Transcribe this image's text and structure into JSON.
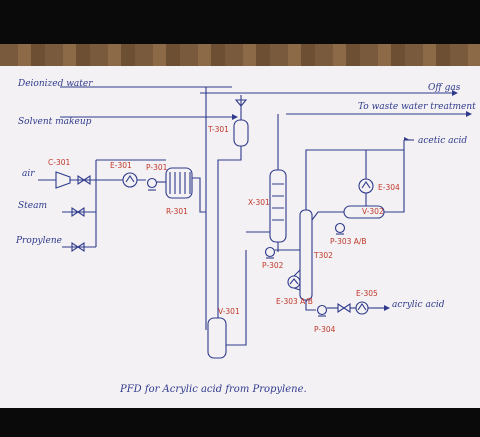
{
  "streams": {
    "deionized_water": "Deionized water",
    "solvent_makeup": "Solvent makeup",
    "air": "air",
    "steam": "Steam",
    "propylene": "Propylene",
    "off_gas": "Off gas",
    "to_waste_water": "To waste water treatment",
    "acetic_acid": "acetic acid",
    "acrylic_acid": "acrylic acid"
  },
  "equipment": {
    "c301": "C-301",
    "e301": "E-301",
    "p301": "P-301",
    "r301": "R-301",
    "t301": "T-301",
    "x301": "X-301",
    "v301": "V-301",
    "p302": "P-302",
    "t302": "T302",
    "e303": "E-303 A/B",
    "p303": "P-303 A/B",
    "v302": "V-302",
    "e304": "E-304",
    "e305": "E-305",
    "p304": "P-304"
  },
  "caption": "PFD for Acrylic acid from Propylene."
}
